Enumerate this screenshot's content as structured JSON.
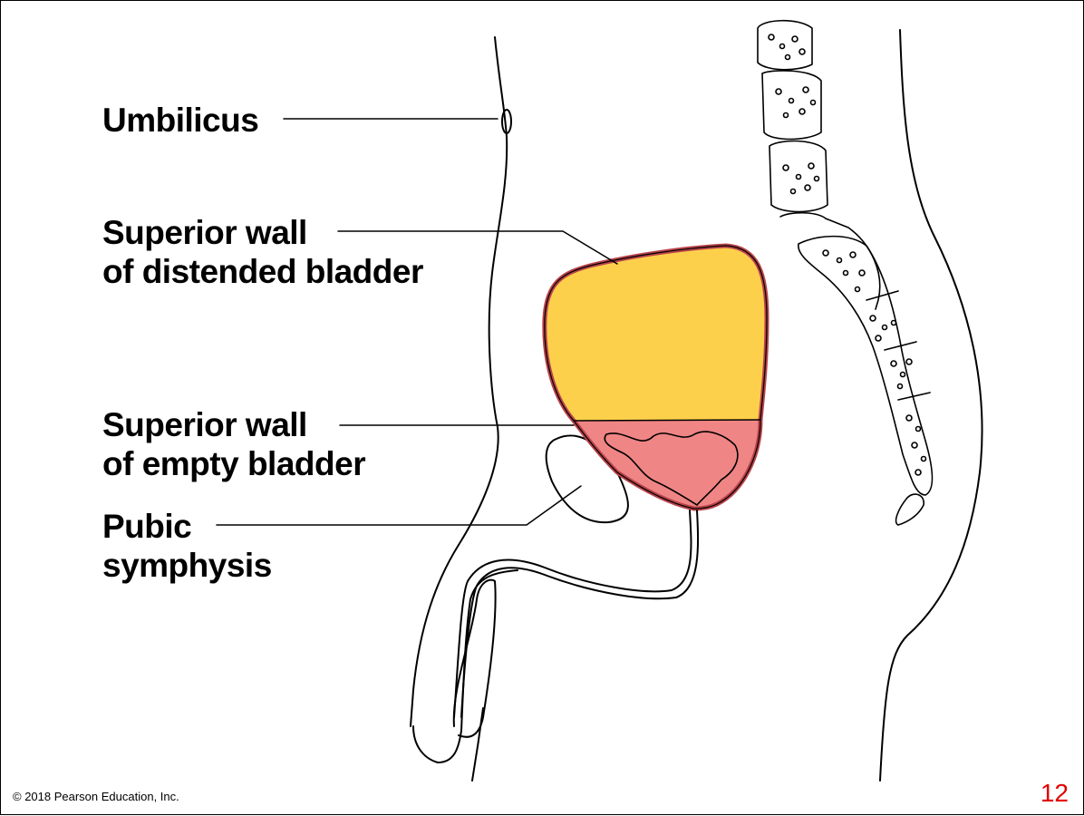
{
  "labels": {
    "umbilicus": "Umbilicus",
    "distended": [
      "Superior wall",
      "of distended bladder"
    ],
    "empty": [
      "Superior wall",
      "of empty bladder"
    ],
    "pubic": [
      "Pubic",
      "symphysis"
    ]
  },
  "footer": {
    "copyright": "© 2018 Pearson Education, Inc.",
    "slide_number": "12"
  },
  "colors": {
    "distended_fill": "#fdd04b",
    "empty_fill": "#ef8584",
    "bladder_wall": "#b8434a",
    "slide_number": "#e00000"
  }
}
